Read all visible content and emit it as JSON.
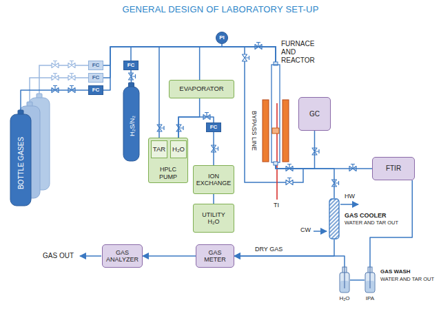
{
  "diagram": {
    "title": "GENERAL DESIGN OF LABORATORY SET-UP",
    "nodes": [
      {
        "text": [
          "PI"
        ]
      },
      {
        "text": [
          "FC"
        ]
      },
      {
        "text": [
          "FC"
        ]
      },
      {
        "text": [
          "FC"
        ]
      },
      {
        "text": [
          "FC"
        ]
      },
      {
        "text": [
          "EVAPORATOR"
        ]
      },
      {
        "text": [
          "FURNACE AND REACTOR"
        ]
      },
      {
        "text": [
          "GC"
        ]
      },
      {
        "text": [
          "BOTTLE GASES"
        ]
      },
      {
        "text": [
          "H₂S/N₂"
        ]
      },
      {
        "text": [
          "HPLC PUMP"
        ]
      },
      {
        "text": [
          "TAR"
        ],
        "in": 10
      },
      {
        "text": [
          "H₂O"
        ],
        "in": 10
      },
      {
        "text": [
          "FC"
        ]
      },
      {
        "text": [
          "ION EXCHANGE"
        ]
      },
      {
        "text": [
          "FTIR"
        ]
      },
      {
        "text": [
          "UTILITY H₂O"
        ]
      },
      {
        "text": [
          "GAS COOLER",
          "WATER AND TAR OUT"
        ]
      },
      {
        "text": [
          "GAS METER"
        ]
      },
      {
        "text": [
          "GAS ANALYZER"
        ]
      },
      {
        "text": [
          "H₂O"
        ]
      },
      {
        "text": [
          "IPA"
        ]
      }
    ],
    "edges": [
      {
        "from": 8,
        "to": 3,
        "arrow": "none"
      },
      {
        "from": 1,
        "to": 6,
        "arrow": "none"
      },
      {
        "from": 2,
        "to": 6,
        "arrow": "none"
      },
      {
        "from": 3,
        "to": 6,
        "arrow": "none"
      },
      {
        "from": 9,
        "to": 4,
        "arrow": "none"
      },
      {
        "from": 4,
        "to": 6,
        "arrow": "none"
      },
      {
        "from": 0,
        "to": 6,
        "arrow": "none"
      },
      {
        "from": 11,
        "to": 6,
        "arrow": "none"
      },
      {
        "from": 12,
        "to": 5,
        "arrow": "none"
      },
      {
        "from": 5,
        "to": 6,
        "arrow": "none"
      },
      {
        "from": 16,
        "to": 14,
        "arrow": "none"
      },
      {
        "from": 14,
        "to": 13,
        "arrow": "none"
      },
      {
        "from": 13,
        "to": 12,
        "arrow": "none"
      },
      {
        "from": 6,
        "to": 7,
        "arrow": "none"
      },
      {
        "from": 6,
        "to": 15,
        "arrow": "none"
      },
      {
        "from": 6,
        "to": 17,
        "arrow": "none"
      },
      {
        "from": 15,
        "to": 21,
        "arrow": "none"
      },
      {
        "from": 21,
        "to": 20,
        "arrow": "none"
      },
      {
        "from": 20,
        "to": 18,
        "arrow": "to"
      },
      {
        "from": 17,
        "to": 18,
        "label": "DRY GAS",
        "arrow": "to"
      },
      {
        "from": 18,
        "to": 19,
        "arrow": "to"
      }
    ],
    "labels": [
      "GAS OUT",
      "BYPASS LINE",
      "TI",
      "HW",
      "CW",
      "GAS WASH",
      "WATER AND TAR OUT"
    ]
  }
}
